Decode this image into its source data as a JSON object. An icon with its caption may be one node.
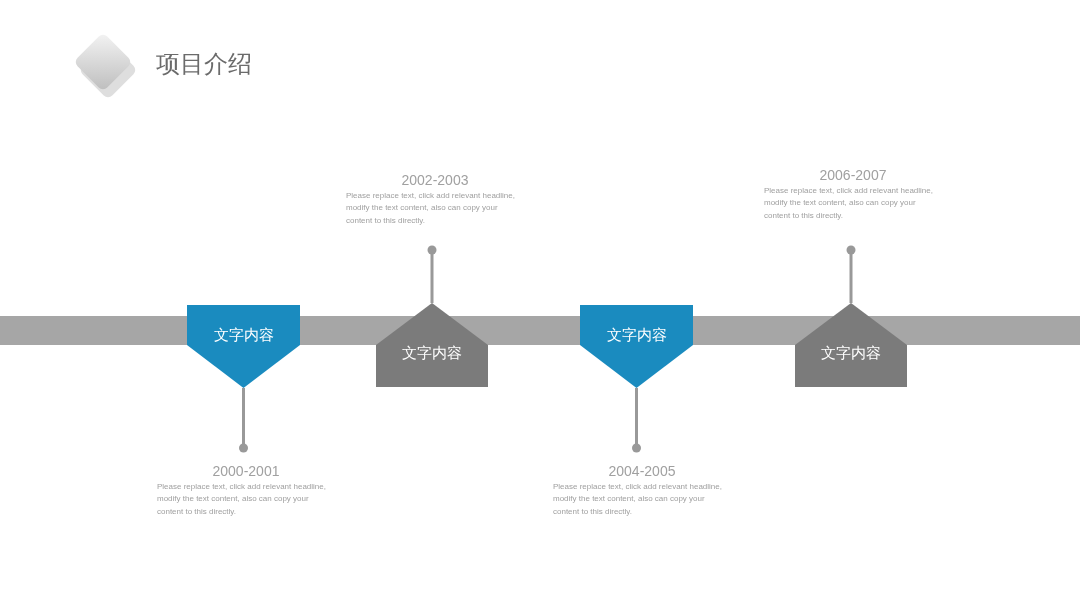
{
  "diagram": {
    "title": "项目介绍",
    "nodes": [
      {
        "text": [
          "文字内容"
        ]
      },
      {
        "text": [
          "2000-2001",
          "Please replace text, click add relevant headline, modify the text content, also can copy your content to this directly."
        ]
      },
      {
        "text": [
          "文字内容"
        ]
      },
      {
        "text": [
          "2002-2003",
          "Please replace text, click add relevant headline, modify the text content, also can copy your content to this directly."
        ]
      },
      {
        "text": [
          "文字内容"
        ]
      },
      {
        "text": [
          "2004-2005",
          "Please replace text, click add relevant headline, modify the text content, also can copy your content to this directly."
        ]
      },
      {
        "text": [
          "文字内容"
        ]
      },
      {
        "text": [
          "2006-2007",
          "Please replace text, click add relevant headline, modify the text content, also can copy your content to this directly."
        ]
      }
    ],
    "edges": [
      {
        "from": 0,
        "to": 1,
        "arrow": "other"
      },
      {
        "from": 2,
        "to": 3,
        "arrow": "other"
      },
      {
        "from": 4,
        "to": 5,
        "arrow": "other"
      },
      {
        "from": 6,
        "to": 7,
        "arrow": "other"
      }
    ]
  }
}
